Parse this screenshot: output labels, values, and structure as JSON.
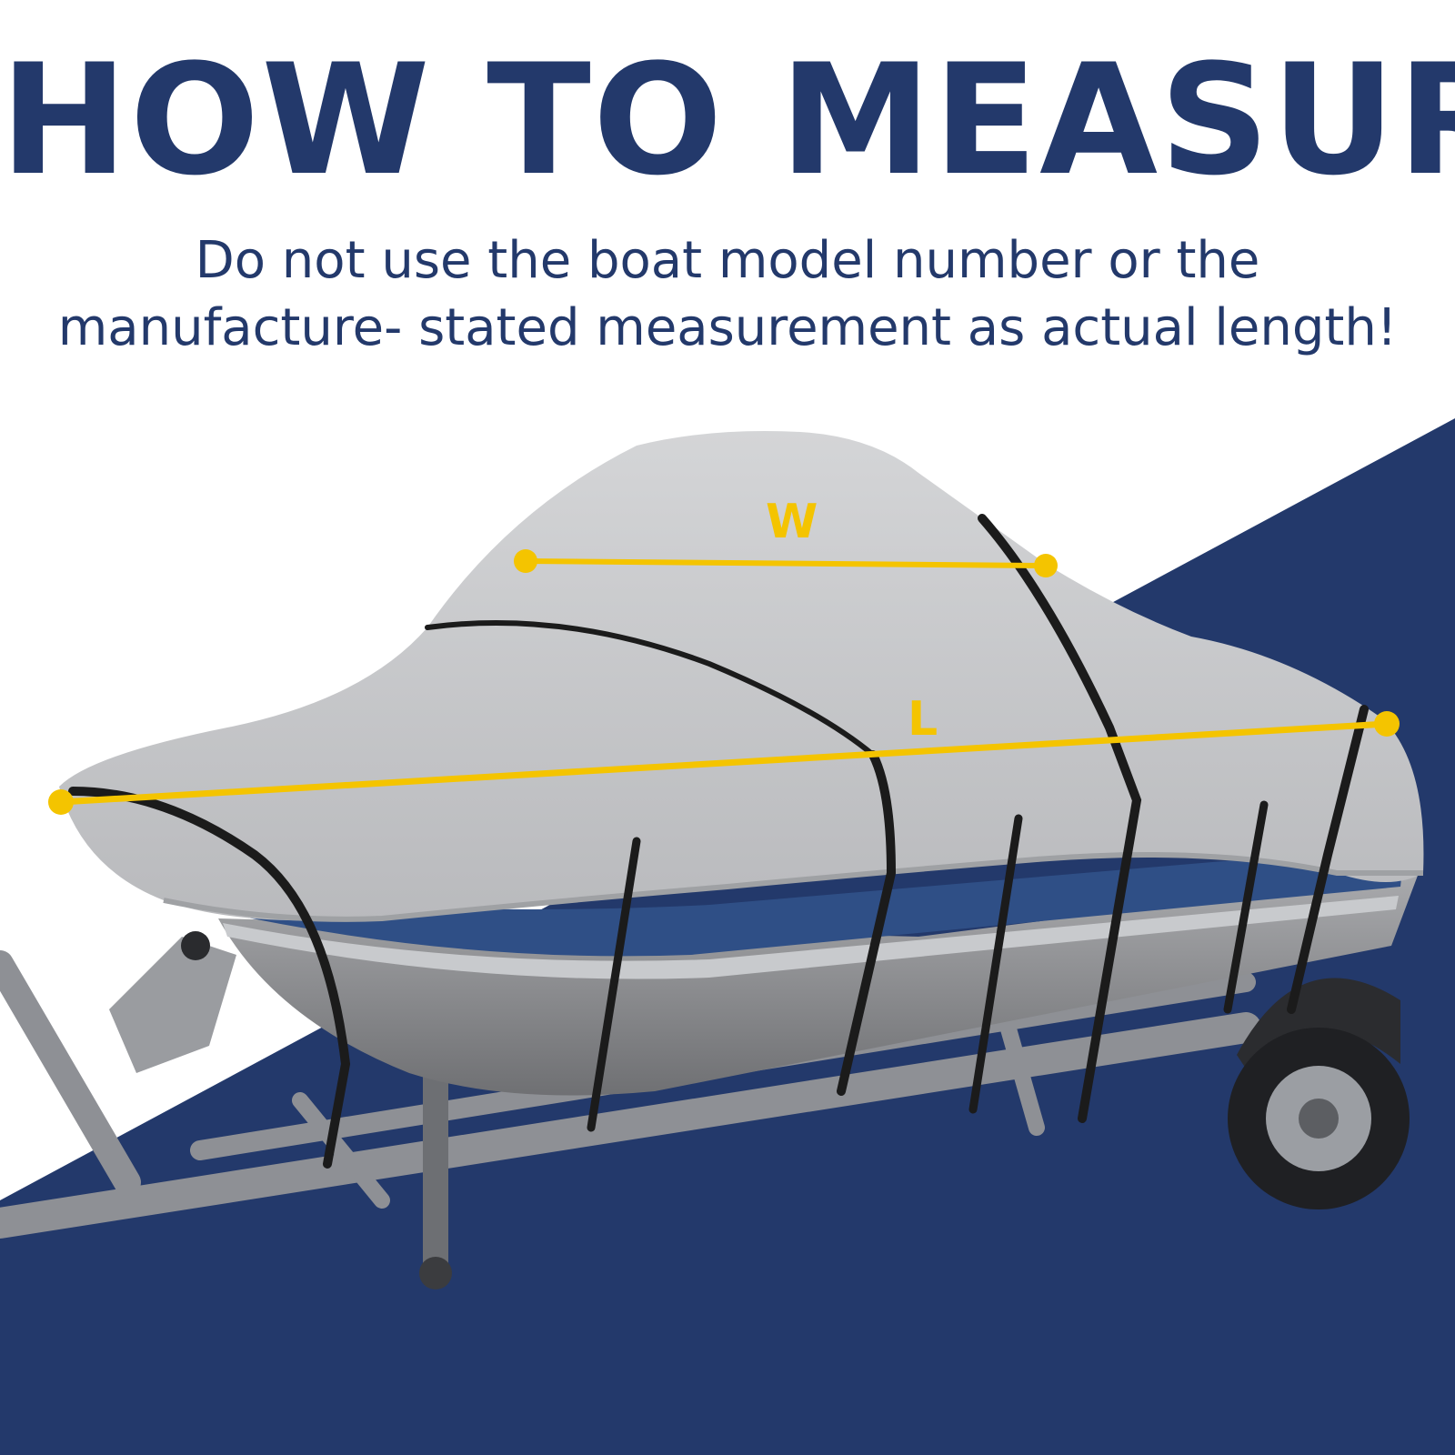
{
  "headline": "HOW TO MEASURE?",
  "subtitle": {
    "line1": "Do not use the boat model number or the",
    "line2": "manufacture- stated measurement as actual length!"
  },
  "dimensions": {
    "width_label": "W",
    "length_label": "L"
  },
  "colors": {
    "navy": "#23396b",
    "accent_yellow": "#f4c400",
    "cover_gray": "#c9cacc",
    "hull_blue": "#2f4f86",
    "strap_black": "#1b1b1b"
  },
  "icons": {
    "marker": "dot-marker-icon"
  }
}
